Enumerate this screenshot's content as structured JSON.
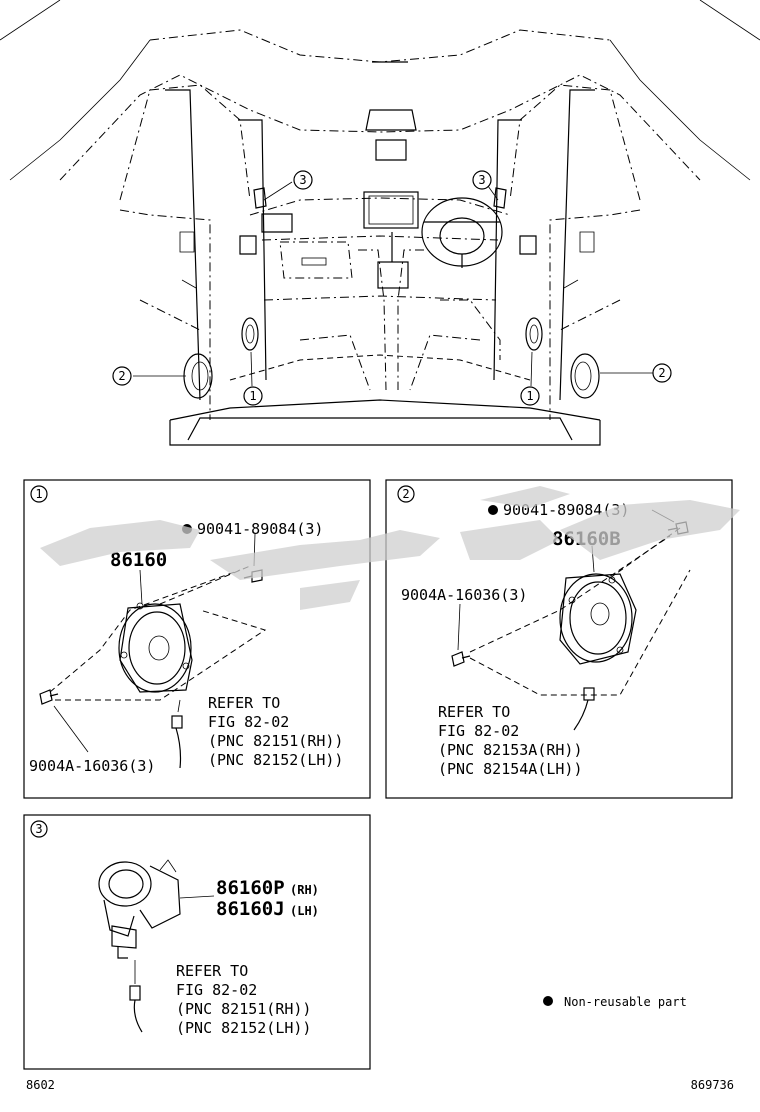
{
  "overview": {
    "callouts": [
      {
        "id": "left-front-door",
        "text": "2"
      },
      {
        "id": "right-front-door",
        "text": "2"
      },
      {
        "id": "left-a-pillar-lower",
        "text": "1"
      },
      {
        "id": "right-a-pillar-lower",
        "text": "1"
      },
      {
        "id": "left-upper",
        "text": "3"
      },
      {
        "id": "right-upper",
        "text": "3"
      }
    ]
  },
  "panel1": {
    "number": "1",
    "part_main": "86160",
    "bolt_top": "90041-89084(3)",
    "bolt_bottom": "9004A-16036(3)",
    "refer": [
      "REFER TO",
      "FIG 82-02",
      "(PNC 82151(RH))",
      "(PNC 82152(LH))"
    ]
  },
  "panel2": {
    "number": "2",
    "part_main": "86160B",
    "bolt_top": "90041-89084(3)",
    "bolt_left": "9004A-16036(3)",
    "refer": [
      "REFER TO",
      "FIG 82-02",
      "(PNC 82153A(RH))",
      "(PNC 82154A(LH))"
    ]
  },
  "panel3": {
    "number": "3",
    "part_rh": "86160P",
    "part_rh_side": "(RH)",
    "part_lh": "86160J",
    "part_lh_side": "(LH)",
    "refer": [
      "REFER TO",
      "FIG 82-02",
      "(PNC 82151(RH))",
      "(PNC 82152(LH))"
    ]
  },
  "legend": {
    "text": "Non-reusable part"
  },
  "footer": {
    "left": "8602",
    "right": "869736"
  }
}
